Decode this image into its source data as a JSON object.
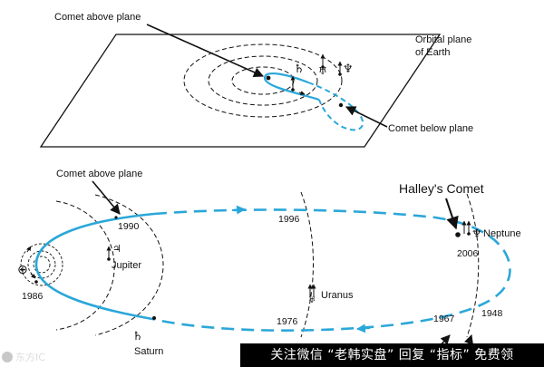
{
  "colors": {
    "orbit": "#2aa7d9",
    "ink": "#111111",
    "banner_bg": "#000000",
    "banner_text": "#ffffff"
  },
  "top_diagram": {
    "comet_above_plane": "Comet above plane",
    "orbital_plane_line1": "Orbital plane",
    "orbital_plane_line2": "of Earth",
    "comet_below_plane": "Comet below plane",
    "saturn_symbol": "♄",
    "uranus_symbol": "♅",
    "neptune_symbol": "♆"
  },
  "bottom_diagram": {
    "comet_above_plane": "Comet above plane",
    "title": "Halley's Comet",
    "earth_symbol": "⊕",
    "jupiter_symbol": "♃",
    "saturn_symbol": "♄",
    "uranus_symbol": "♅",
    "neptune_symbol": "♆",
    "jupiter": "Jupiter",
    "saturn": "Saturn",
    "uranus": "Uranus",
    "neptune": "Neptune",
    "years": {
      "y1986": "1986",
      "y1990": "1990",
      "y1996": "1996",
      "y2006": "2006",
      "y1976": "1976",
      "y1967": "1967",
      "y1948": "1948"
    }
  },
  "watermark": {
    "logo_text": "东方IC",
    "banner_text": "关注微信 “老韩实盘” 回复 “指标” 免费领"
  }
}
